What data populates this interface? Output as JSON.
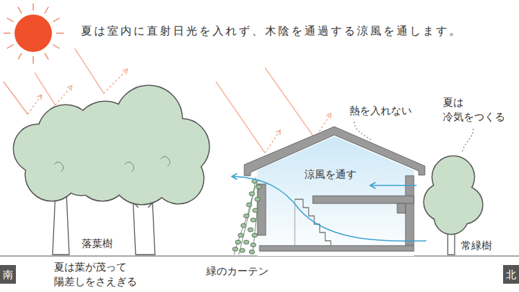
{
  "diagram": {
    "title": "夏は室内に直射日光を入れず、木陰を通過する涼風を通します。",
    "nodes": [
      {
        "text": [
          "南"
        ]
      },
      {
        "text": [
          "北"
        ]
      }
    ],
    "labels": [
      "熱を入れない",
      "夏は 冷気をつくる",
      "涼風を通す",
      "落葉樹",
      "常緑樹",
      "夏は葉が茂って 陽差しをさえぎる",
      "緑のカーテン"
    ]
  }
}
